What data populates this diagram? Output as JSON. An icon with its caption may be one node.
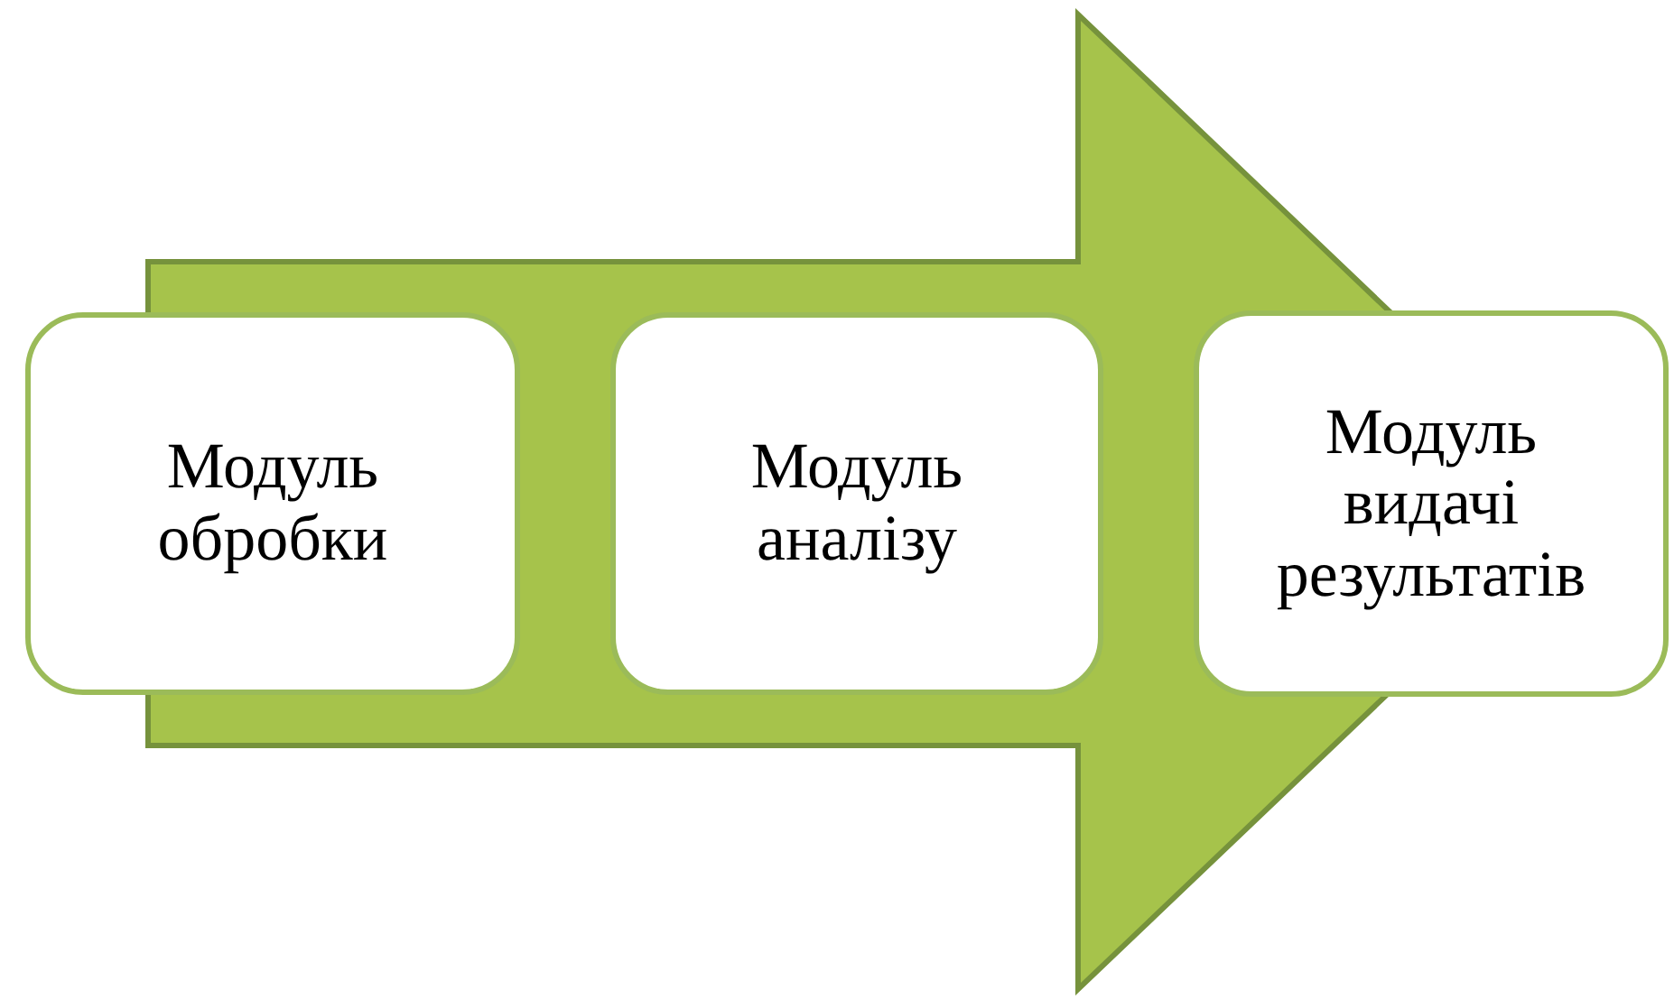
{
  "diagram": {
    "nodes": [
      {
        "text": [
          "Модуль обробки"
        ]
      },
      {
        "text": [
          "Модуль аналізу"
        ]
      },
      {
        "text": [
          "Модуль видачі результатів"
        ]
      }
    ],
    "edges": [
      {
        "from": 0,
        "to": 2,
        "arrow": "to"
      }
    ]
  }
}
